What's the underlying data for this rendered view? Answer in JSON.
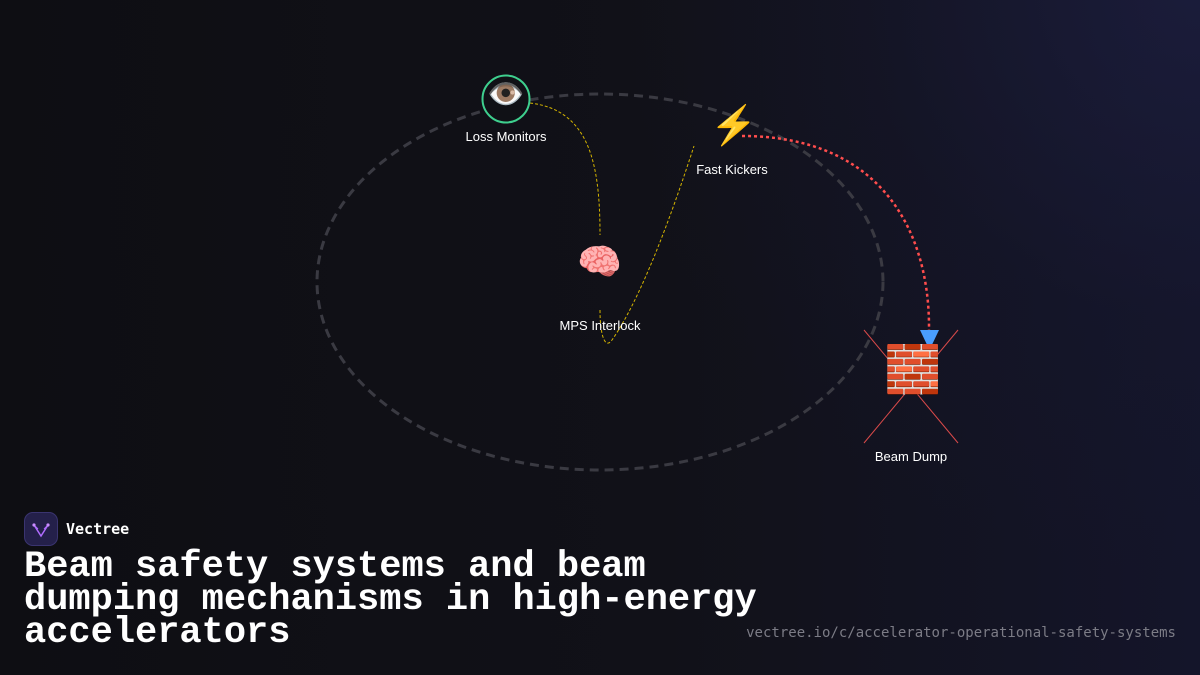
{
  "diagram": {
    "nodes": [
      {
        "id": "loss-monitors",
        "label": "Loss Monitors",
        "icon": "eye-icon"
      },
      {
        "id": "fast-kickers",
        "label": "Fast Kickers",
        "icon": "lightning-icon"
      },
      {
        "id": "mps-interlock",
        "label": "MPS Interlock",
        "icon": "brain-icon"
      },
      {
        "id": "beam-dump",
        "label": "Beam Dump",
        "icon": "brick-wall-icon"
      }
    ],
    "edges": [
      {
        "from": "loss-monitors",
        "to": "mps-interlock",
        "style": "dashed",
        "color": "#d4b400"
      },
      {
        "from": "mps-interlock",
        "to": "fast-kickers",
        "style": "dashed",
        "color": "#d4b400"
      },
      {
        "from": "fast-kickers",
        "to": "beam-dump",
        "style": "dotted",
        "color": "#ff4d4d"
      }
    ],
    "colors": {
      "ring": "#3a3a42",
      "loss_monitor_ring": "#3ecf8e",
      "signal": "#d4b400",
      "beam_path": "#ff4d4d",
      "beam_marker": "#4a9eff"
    }
  },
  "brand": {
    "name": "Vectree",
    "logo_icon": "vectree-logo-icon"
  },
  "title": "Beam safety systems and beam dumping mechanisms in high-energy accelerators",
  "url": "vectree.io/c/accelerator-operational-safety-systems"
}
